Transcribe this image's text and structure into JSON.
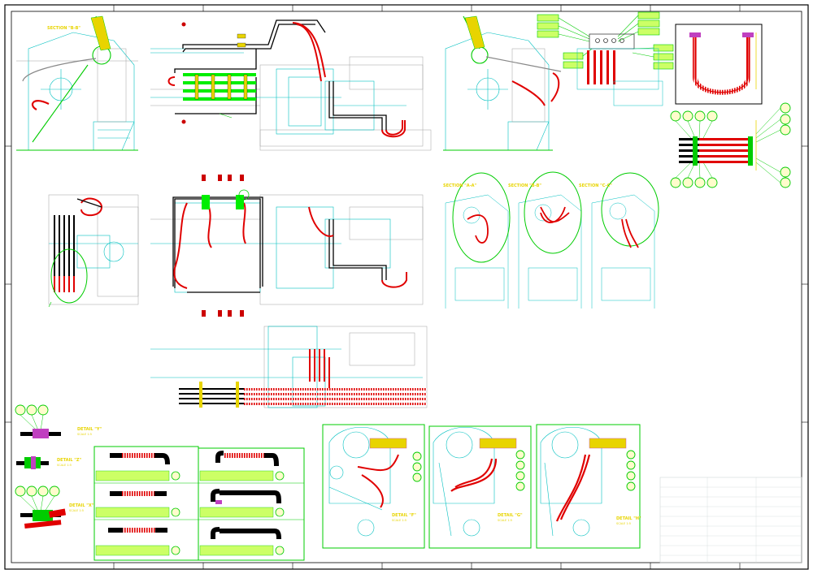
{
  "drawing": {
    "section_views": [
      {
        "label": "SECTION \"B-B\"",
        "scale": ""
      },
      {
        "label": "SECTION \"A-A\"",
        "scale": ""
      },
      {
        "label": "SECTION \"B-B\"",
        "scale": ""
      },
      {
        "label": "SECTION \"C-C\"",
        "scale": ""
      }
    ],
    "detail_views": [
      {
        "label": "DETAIL \"Y\"",
        "scale": "SCALE 1:5"
      },
      {
        "label": "DETAIL \"Z\"",
        "scale": "SCALE 1:5"
      },
      {
        "label": "DETAIL \"X\"",
        "scale": "SCALE 1:5"
      },
      {
        "label": "DETAIL \"F\"",
        "scale": "SCALE 1:5"
      },
      {
        "label": "DETAIL \"G\"",
        "scale": "SCALE 1:5"
      },
      {
        "label": "DETAIL \"H\"",
        "scale": "SCALE 1:5"
      }
    ]
  },
  "colors": {
    "frame": "#000000",
    "machine": "#00c0c0",
    "machine_gray": "#a0a0a0",
    "hose": "#e00000",
    "leader": "#00cc00",
    "label": "#e8d400",
    "pipe": "#000000",
    "highlight": "#c040c0"
  }
}
